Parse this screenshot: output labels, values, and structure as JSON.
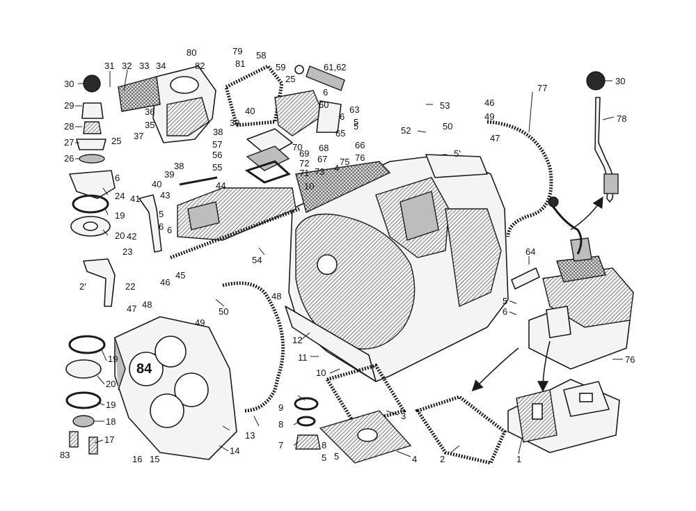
{
  "labels": {
    "l1": "1",
    "l2": "2",
    "l2p": "2'",
    "l3": "3",
    "l4": "4",
    "l4b": "4",
    "l5a": "5",
    "l5b": "5",
    "l5c": "5",
    "l5d": "5",
    "l5e": "5",
    "l5p": "5'",
    "l5f": "5",
    "l6a": "6",
    "l6b": "6",
    "l6c": "6",
    "l6d": "6",
    "l6e": "6",
    "l6f": "6",
    "l7": "7",
    "l8a": "8",
    "l8b": "8",
    "l9": "9",
    "l10a": "10",
    "l10b": "10",
    "l11": "11",
    "l12": "12",
    "l13": "13",
    "l14": "14",
    "l15": "15",
    "l16": "16",
    "l17": "17",
    "l18": "18",
    "l19a": "19",
    "l19b": "19",
    "l19c": "19",
    "l20a": "20",
    "l20b": "20",
    "l22": "22",
    "l23": "23",
    "l24": "24",
    "l25a": "25",
    "l25b": "25",
    "l26": "26",
    "l27": "27",
    "l28": "28",
    "l29": "29",
    "l30a": "30",
    "l30b": "30",
    "l31": "31",
    "l32": "32",
    "l33": "33",
    "l34": "34",
    "l35": "35",
    "l36": "36",
    "l37": "37",
    "l38a": "38",
    "l38b": "38",
    "l39a": "39",
    "l39b": "39",
    "l40a": "40",
    "l40b": "40",
    "l41": "41",
    "l42": "42",
    "l43": "43",
    "l44": "44",
    "l45": "45",
    "l46a": "46",
    "l46b": "46",
    "l47a": "47",
    "l47b": "47",
    "l48a": "48",
    "l48b": "48",
    "l49a": "49",
    "l49b": "49",
    "l50a": "50",
    "l50b": "50",
    "l52": "52",
    "l53": "53",
    "l54": "54",
    "l55": "55",
    "l56": "56",
    "l57": "57",
    "l58": "58",
    "l59": "59",
    "l60": "60",
    "l6162": "61,62",
    "l63": "63",
    "l64": "64",
    "l65": "65",
    "l66": "66",
    "l67": "67",
    "l68": "68",
    "l69": "69",
    "l70": "70",
    "l71": "71",
    "l72": "72",
    "l73": "73",
    "l75": "75",
    "l76a": "76",
    "l76b": "76",
    "l77": "77",
    "l78": "78",
    "l79": "79",
    "l80": "80",
    "l81": "81",
    "l82": "82",
    "l83": "83",
    "l84": "84"
  }
}
